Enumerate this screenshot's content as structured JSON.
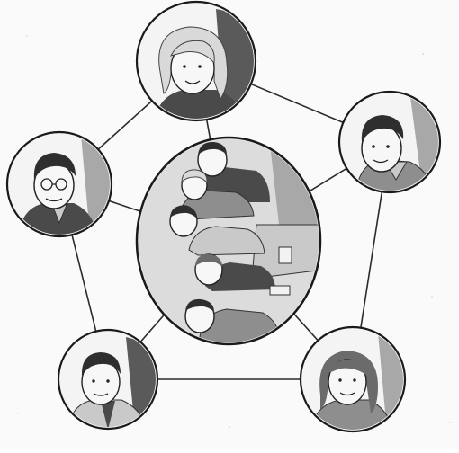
{
  "diagram": {
    "kind": "network",
    "nodes": [
      {
        "id": "center",
        "content": "group-of-five-people"
      },
      {
        "id": "top",
        "content": "woman-portrait"
      },
      {
        "id": "right",
        "content": "man-portrait"
      },
      {
        "id": "bottom-right",
        "content": "woman-portrait"
      },
      {
        "id": "bottom-left",
        "content": "man-portrait"
      },
      {
        "id": "left",
        "content": "man-with-glasses-portrait"
      }
    ],
    "edges": [
      [
        "top",
        "right"
      ],
      [
        "right",
        "bottom-right"
      ],
      [
        "bottom-right",
        "bottom-left"
      ],
      [
        "bottom-left",
        "left"
      ],
      [
        "left",
        "top"
      ],
      [
        "center",
        "top"
      ],
      [
        "center",
        "right"
      ],
      [
        "center",
        "bottom-right"
      ],
      [
        "center",
        "bottom-left"
      ],
      [
        "center",
        "left"
      ]
    ],
    "colors": {
      "ink": "#1a1a1a",
      "paper": "#fafafa",
      "shade": "#8e8e8e"
    }
  }
}
